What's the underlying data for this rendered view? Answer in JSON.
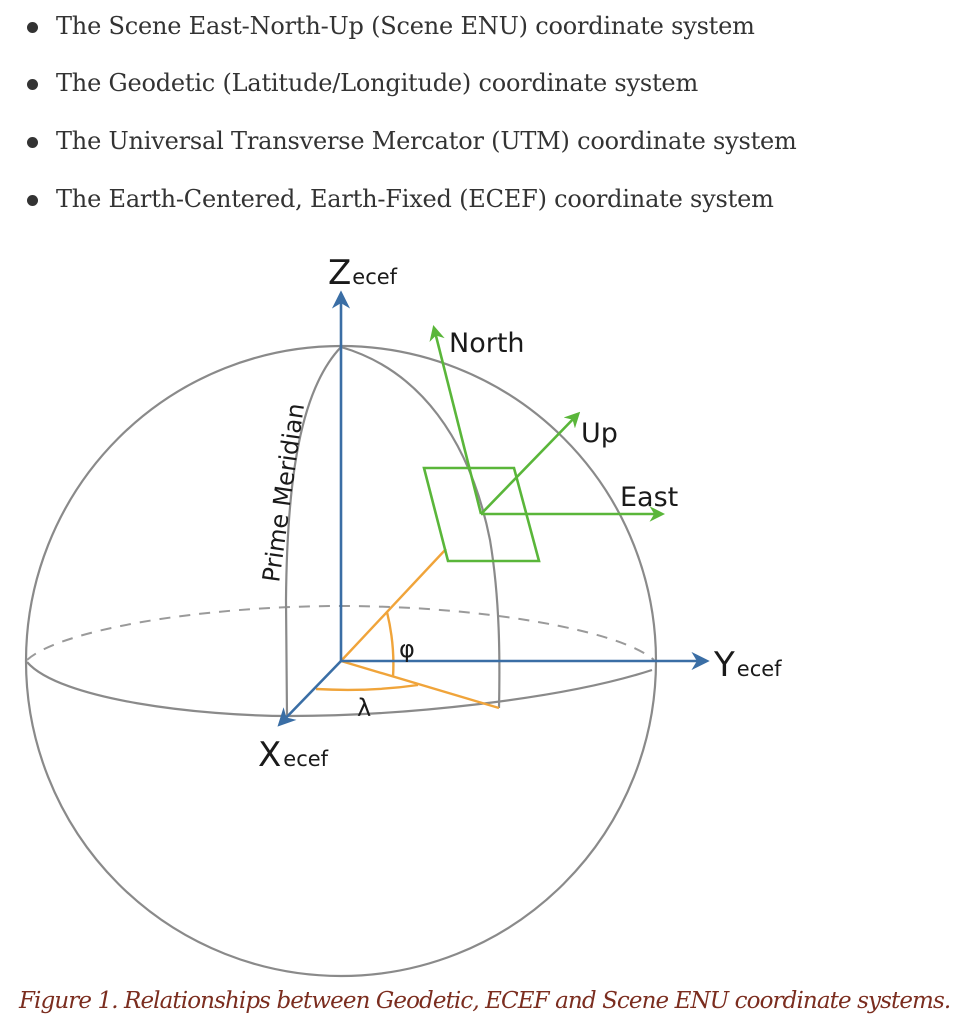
{
  "bullet_list": {
    "items": [
      {
        "label": "The Scene East-North-Up (Scene ENU) coordinate system"
      },
      {
        "label": "The Geodetic (Latitude/Longitude) coordinate system"
      },
      {
        "label": "The Universal Transverse Mercator (UTM) coordinate system"
      },
      {
        "label": "The Earth-Centered, Earth-Fixed (ECEF) coordinate system"
      }
    ]
  },
  "diagram": {
    "labels": {
      "z_axis_main": "Z",
      "z_axis_sub": "ecef",
      "y_axis_main": "Y",
      "y_axis_sub": "ecef",
      "x_axis_main": "X",
      "x_axis_sub": "ecef",
      "north": "North",
      "up": "Up",
      "east": "East",
      "prime_meridian": "Prime Meridian",
      "latitude_symbol": "φ",
      "longitude_symbol": "λ"
    },
    "colors": {
      "ecef_axes": "#3a6ea5",
      "enu_frame": "#5ab63a",
      "angles": "#f0a43a",
      "sphere": "#8a8a8a",
      "text": "#1a1a1a"
    }
  },
  "caption": {
    "text": "Figure 1. Relationships between Geodetic, ECEF and Scene ENU coordinate systems.",
    "color": "#7b2d1f"
  }
}
